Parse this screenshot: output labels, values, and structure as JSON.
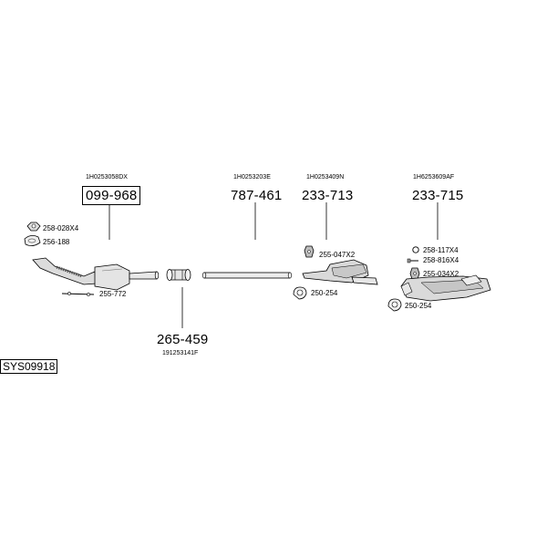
{
  "diagram_code": "SYS09918",
  "parts": {
    "catalyst": {
      "oem": "1H0253058DX",
      "number": "099-968"
    },
    "pipe": {
      "oem": "1H0253203E",
      "number": "787-461"
    },
    "middle_silencer": {
      "oem": "1H0253409N",
      "number": "233-713"
    },
    "rear_silencer": {
      "oem": "1H6253609AF",
      "number": "233-715"
    },
    "clamp": {
      "oem": "191253141F",
      "number": "265-459"
    }
  },
  "accessories": {
    "nut": "258-028X4",
    "gasket": "256-188",
    "cat_hanger": "255-772",
    "mid_rubber": "255-047X2",
    "mid_clamp": "250-254",
    "rear_ring": "258-117X4",
    "rear_bolt": "258-816X4",
    "rear_rubber": "255-034X2",
    "rear_clamp": "250-254"
  }
}
